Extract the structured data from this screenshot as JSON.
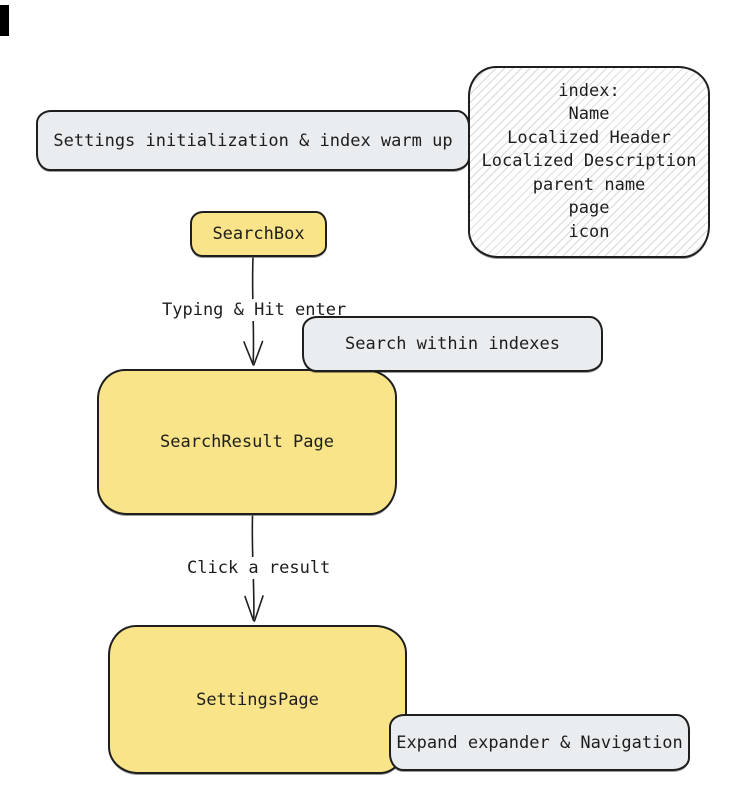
{
  "colors": {
    "yellow": "#f9e489",
    "gray": "#e9edf0",
    "stroke": "#1e1e1e",
    "hatch": "#e0e0e0",
    "background": "#ffffff",
    "text": "#1d1d1d"
  },
  "diagram": {
    "nodes": {
      "settings_init": {
        "label": "Settings initialization & index warm up"
      },
      "index_info": {
        "lines": [
          "index:",
          "Name",
          "Localized Header",
          "Localized Description",
          "parent name",
          "page",
          "icon"
        ]
      },
      "search_box": {
        "label": "SearchBox"
      },
      "search_within": {
        "label": "Search within indexes"
      },
      "search_result": {
        "label": "SearchResult Page"
      },
      "settings_page": {
        "label": "SettingsPage"
      },
      "expand_nav": {
        "label": "Expand expander & Navigation"
      }
    },
    "edges": {
      "typing": {
        "label": "Typing & Hit enter"
      },
      "click": {
        "label": "Click a result"
      }
    }
  }
}
